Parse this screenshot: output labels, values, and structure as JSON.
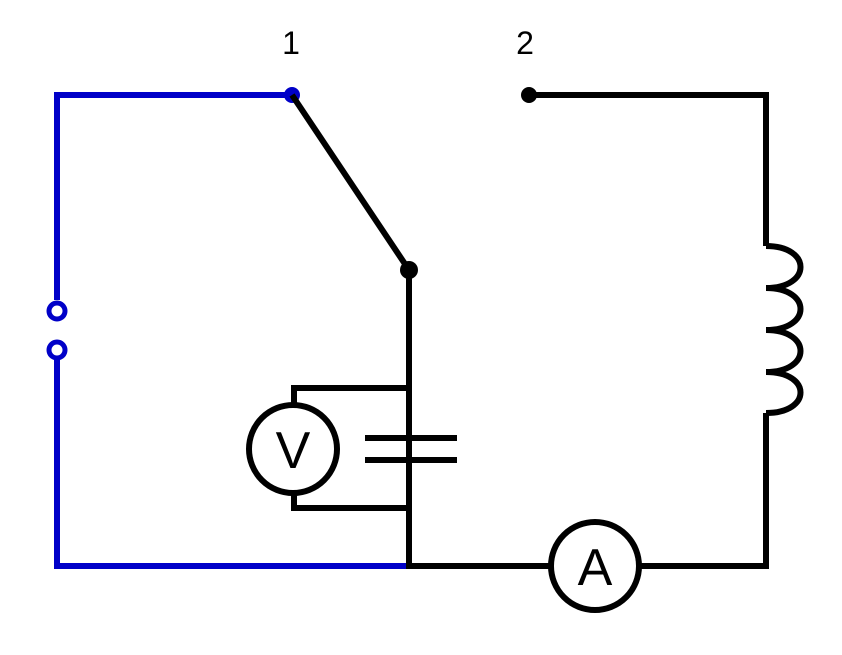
{
  "terminals": {
    "switch_position_1": "1",
    "switch_position_2": "2"
  },
  "instruments": {
    "voltmeter_symbol": "V",
    "ammeter_symbol": "A"
  },
  "colors": {
    "source_branch": "#0000c8",
    "circuit_wire": "#000000",
    "background": "#ffffff"
  },
  "components": [
    "dc-source-terminals",
    "two-way-switch",
    "capacitor",
    "voltmeter",
    "inductor",
    "ammeter"
  ]
}
